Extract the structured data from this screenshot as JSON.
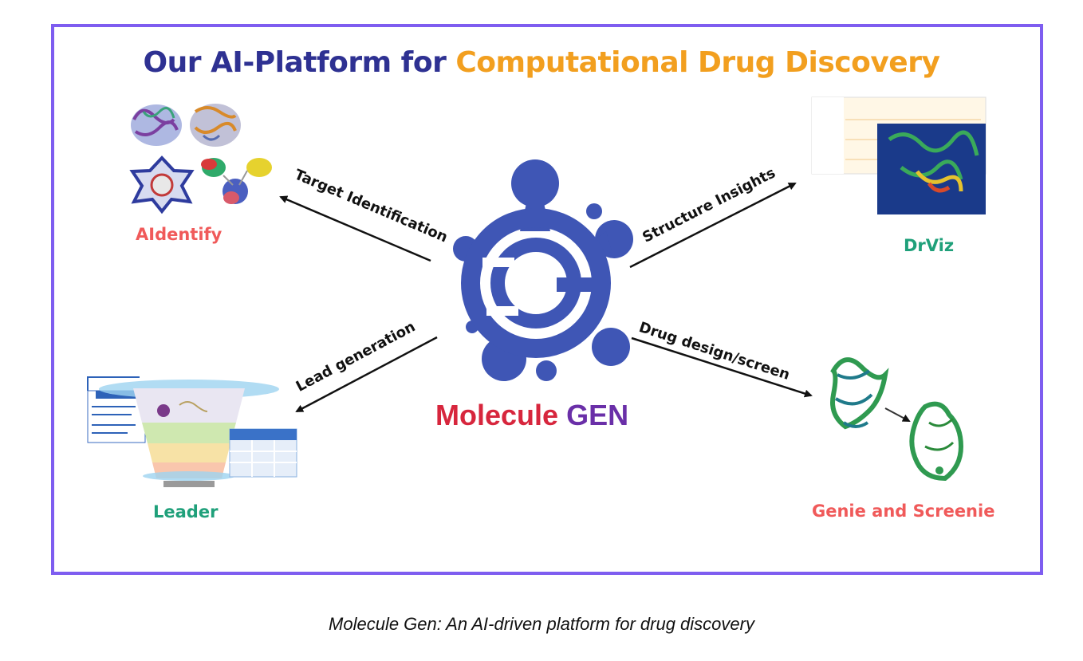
{
  "title": {
    "part1": "Our AI-Platform for",
    "part2": "Computational Drug Discovery"
  },
  "center": {
    "brand_part1": "Molecule",
    "brand_part2": "GEN",
    "logo_icon": "molecule-g-logo-icon"
  },
  "modules": [
    {
      "name": "AIdentify",
      "edge": "Target Identification",
      "color": "#f05a5a"
    },
    {
      "name": "DrViz",
      "edge": "Structure Insights",
      "color": "#1fa07a"
    },
    {
      "name": "Leader",
      "edge": "Lead generation",
      "color": "#1fa07a"
    },
    {
      "name": "Genie and Screenie",
      "edge": "Drug design/screen",
      "color": "#f05a5a"
    }
  ],
  "colors": {
    "frame": "#7e5df0",
    "title_primary": "#2e3192",
    "title_accent": "#f29f1f",
    "logo": "#3f56b5",
    "brand_red": "#d7263d",
    "brand_purple": "#6a2fa8"
  },
  "caption": "Molecule Gen: An AI-driven platform for drug discovery"
}
